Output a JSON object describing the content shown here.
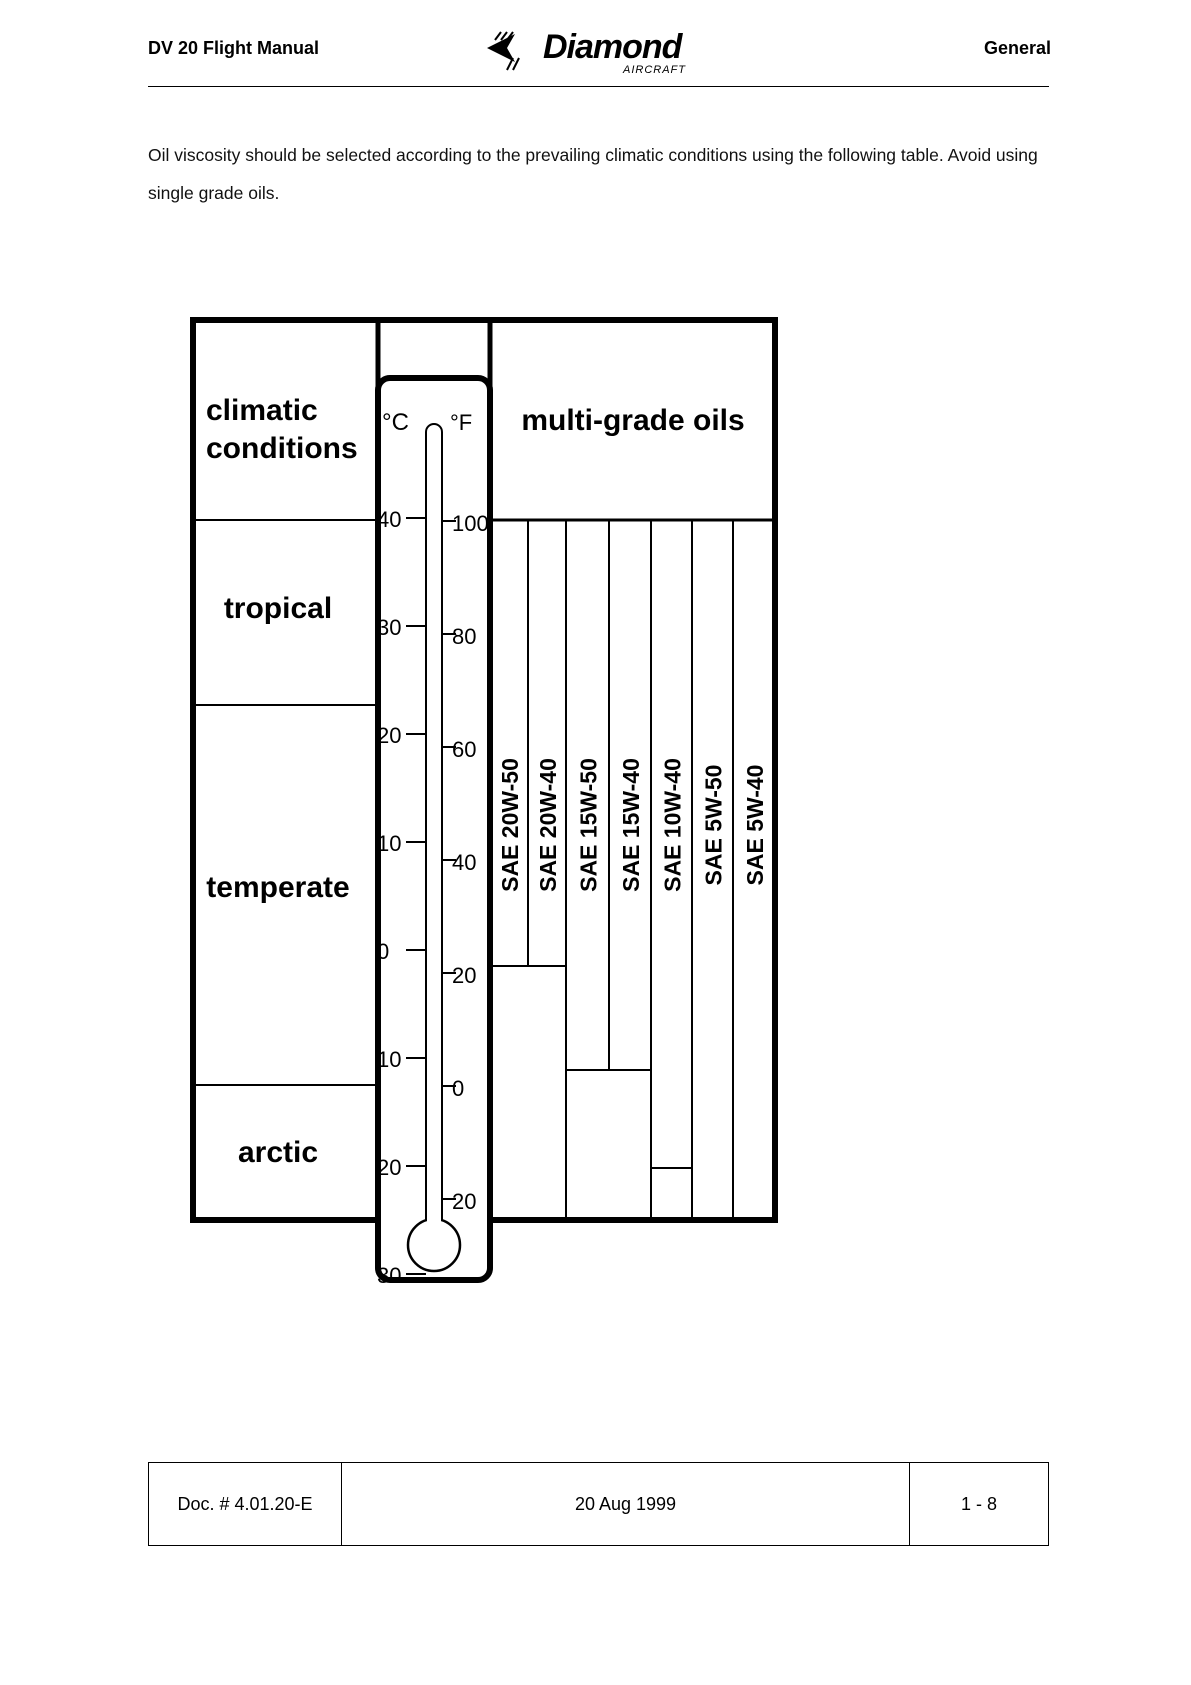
{
  "header": {
    "left_title": "DV 20 Flight Manual",
    "logo_name": "Diamond",
    "logo_sub": "AIRCRAFT",
    "right_title": "General"
  },
  "intro": "Oil viscosity should be selected according to the prevailing climatic conditions using the following table. Avoid using single grade oils.",
  "table": {
    "left_header": "climatic conditions",
    "right_header": "multi-grade oils",
    "unit_c": "°C",
    "unit_f": "°F",
    "zones": [
      "tropical",
      "temperate",
      "arctic"
    ],
    "celsius_ticks": [
      "40",
      "30",
      "20",
      "10",
      "0",
      "10",
      "20",
      "30"
    ],
    "fahrenheit_ticks": [
      "100",
      "80",
      "60",
      "40",
      "20",
      "0",
      "20"
    ],
    "oils": [
      "SAE 20W-50",
      "SAE 20W-40",
      "SAE 15W-50",
      "SAE 15W-40",
      "SAE 10W-40",
      "SAE 5W-50",
      "SAE 5W-40"
    ]
  },
  "footer": {
    "doc": "Doc. # 4.01.20-E",
    "date": "20 Aug 1999",
    "page": "1 - 8"
  }
}
